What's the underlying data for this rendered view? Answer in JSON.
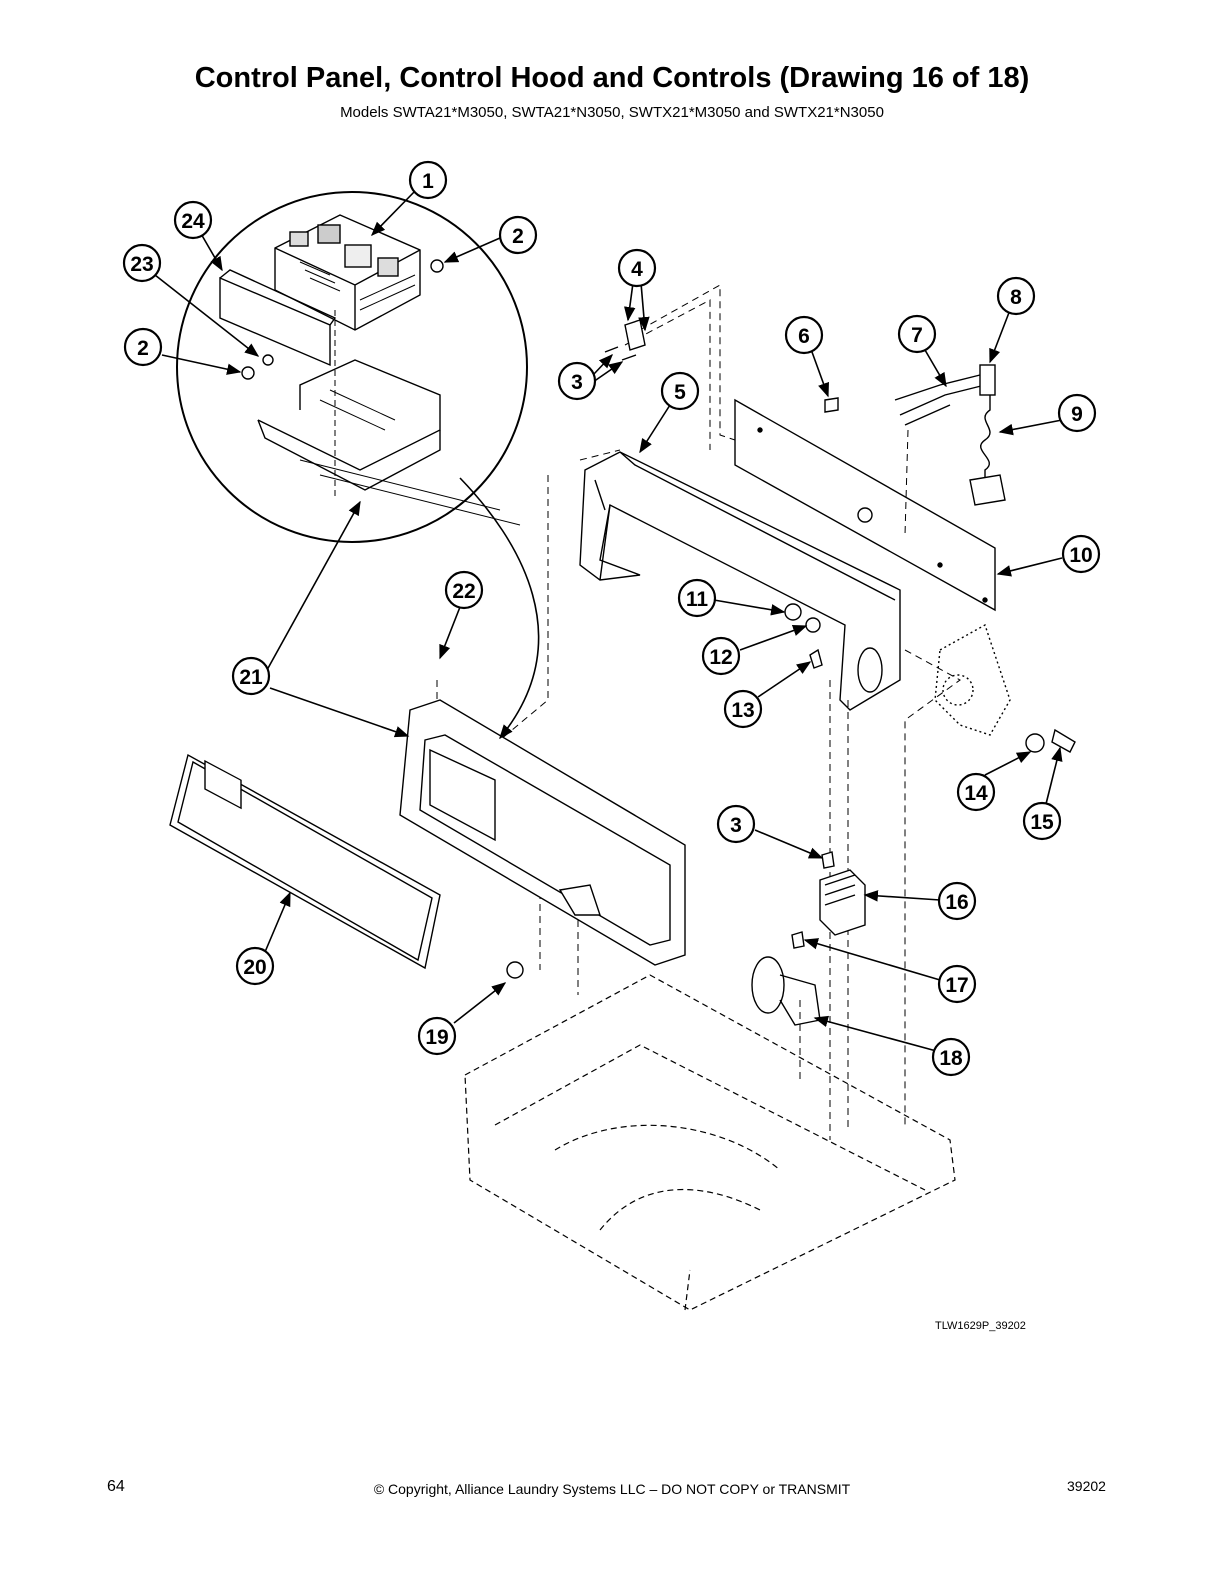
{
  "header": {
    "title": "Control Panel, Control Hood and Controls (Drawing 16 of 18)",
    "subtitle": "Models SWTA21*M3050, SWTA21*N3050, SWTX21*M3050 and SWTX21*N3050"
  },
  "drawing_id": "TLW1629P_39202",
  "footer": {
    "page_number": "64",
    "copyright": "© Copyright, Alliance Laundry Systems LLC – DO NOT COPY or TRANSMIT",
    "doc_number": "39202"
  },
  "callouts": {
    "c1": "1",
    "c2a": "2",
    "c2b": "2",
    "c3a": "3",
    "c3b": "3",
    "c4": "4",
    "c5": "5",
    "c6": "6",
    "c7": "7",
    "c8": "8",
    "c9": "9",
    "c10": "10",
    "c11": "11",
    "c12": "12",
    "c13": "13",
    "c14": "14",
    "c15": "15",
    "c16": "16",
    "c17": "17",
    "c18": "18",
    "c19": "19",
    "c20": "20",
    "c21": "21",
    "c22": "22",
    "c23": "23",
    "c24": "24"
  }
}
